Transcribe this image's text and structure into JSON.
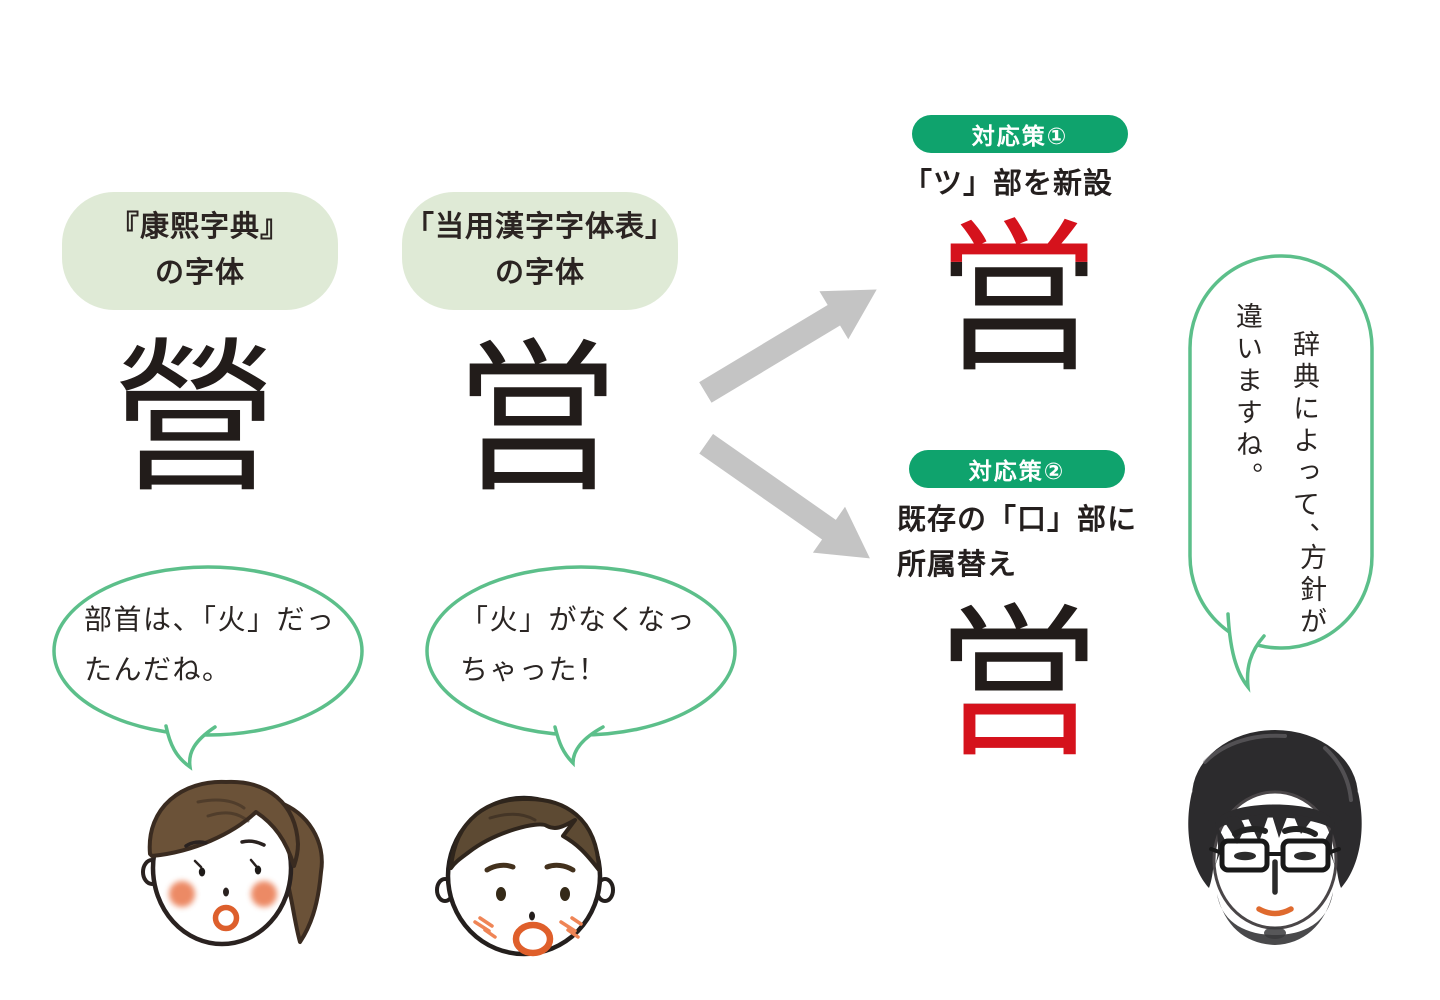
{
  "colors": {
    "pill_background": "#dfead6",
    "badge_green": "#0fa36d",
    "bubble_stroke_green": "#5cbf8a",
    "highlight_red": "#d5121c",
    "ink_black": "#241f1e",
    "arrow_gray": "#c4c4c4"
  },
  "dictionary_labels": [
    {
      "title": "『康熙字典』",
      "suffix": "の字体",
      "glyph": "營"
    },
    {
      "title": "「当用漢字字体表」",
      "suffix": "の字体",
      "glyph": "営"
    }
  ],
  "strategies": [
    {
      "badge": "対応策①",
      "description": "「ツ」部を新設",
      "glyph": "営",
      "highlight": "top radical (ツ) shown in red"
    },
    {
      "badge": "対応策②",
      "description_line1": "既存の「口」部に",
      "description_line2": "所属替え",
      "glyph": "営",
      "highlight": "bottom radical (口) shown in red"
    }
  ],
  "bubbles": {
    "girl": {
      "line1": "部首は、「火」だっ",
      "line2": "たんだね。"
    },
    "boy": {
      "line1": "「火」がなくなっ",
      "line2": "ちゃった！"
    },
    "man": {
      "col1": "辞典によって、",
      "col2": "方針が",
      "col3": "違いますね。"
    }
  }
}
